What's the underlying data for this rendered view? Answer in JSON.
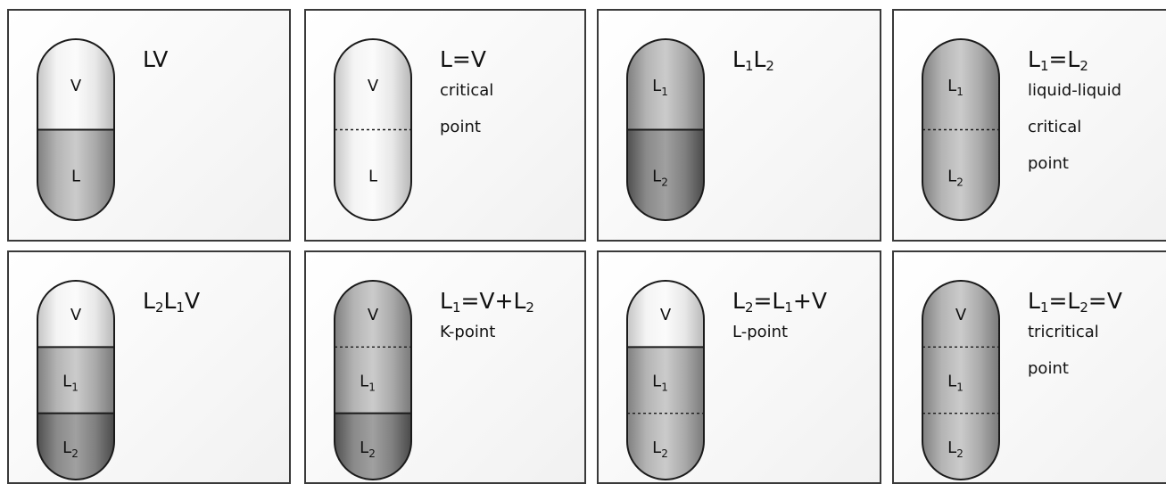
{
  "panels": [
    {
      "id": "LV",
      "title": [
        [
          "L",
          ""
        ],
        [
          "V",
          ""
        ]
      ],
      "desc": [],
      "phases": [
        [
          "V",
          ""
        ],
        [
          "L",
          ""
        ]
      ],
      "fills": [
        "light",
        "mid"
      ],
      "dividers": [
        "solid"
      ]
    },
    {
      "id": "L=V",
      "title": [
        [
          "L=V",
          ""
        ]
      ],
      "desc": [
        "critical",
        "point"
      ],
      "phases": [
        [
          "V",
          ""
        ],
        [
          "L",
          ""
        ]
      ],
      "fills": [
        "light",
        "light"
      ],
      "dividers": [
        "dashed"
      ]
    },
    {
      "id": "L1L2",
      "title": [
        [
          "L",
          "1"
        ],
        [
          "L",
          "2"
        ]
      ],
      "desc": [],
      "phases": [
        [
          "L",
          "1"
        ],
        [
          "L",
          "2"
        ]
      ],
      "fills": [
        "mid",
        "dark"
      ],
      "dividers": [
        "solid"
      ]
    },
    {
      "id": "L1=L2",
      "title": [
        [
          "L",
          "1"
        ],
        [
          "=L",
          "2"
        ]
      ],
      "desc": [
        "liquid-liquid",
        "critical",
        "point"
      ],
      "phases": [
        [
          "L",
          "1"
        ],
        [
          "L",
          "2"
        ]
      ],
      "fills": [
        "mid",
        "mid"
      ],
      "dividers": [
        "dashed"
      ]
    },
    {
      "id": "L2L1V",
      "title": [
        [
          "L",
          "2"
        ],
        [
          "L",
          "1"
        ],
        [
          "V",
          ""
        ]
      ],
      "desc": [],
      "phases": [
        [
          "V",
          ""
        ],
        [
          "L",
          "1"
        ],
        [
          "L",
          "2"
        ]
      ],
      "fills": [
        "light",
        "mid",
        "dark"
      ],
      "dividers": [
        "solid",
        "solid"
      ]
    },
    {
      "id": "L1=V+L2",
      "title": [
        [
          "L",
          "1"
        ],
        [
          "=V+L",
          "2"
        ]
      ],
      "desc": [
        "K-point"
      ],
      "phases": [
        [
          "V",
          ""
        ],
        [
          "L",
          "1"
        ],
        [
          "L",
          "2"
        ]
      ],
      "fills": [
        "mid",
        "mid",
        "dark"
      ],
      "dividers": [
        "dashed",
        "solid"
      ]
    },
    {
      "id": "L2=L1+V",
      "title": [
        [
          "L",
          "2"
        ],
        [
          "=L",
          "1"
        ],
        [
          "+V",
          ""
        ]
      ],
      "desc": [
        "L-point"
      ],
      "phases": [
        [
          "V",
          ""
        ],
        [
          "L",
          "1"
        ],
        [
          "L",
          "2"
        ]
      ],
      "fills": [
        "light",
        "mid",
        "mid"
      ],
      "dividers": [
        "solid",
        "dashed"
      ]
    },
    {
      "id": "L1=L2=V",
      "title": [
        [
          "L",
          "1"
        ],
        [
          "=L",
          "2"
        ],
        [
          "=V",
          ""
        ]
      ],
      "desc": [
        "tricritical",
        "point"
      ],
      "phases": [
        [
          "V",
          ""
        ],
        [
          "L",
          "1"
        ],
        [
          "L",
          "2"
        ]
      ],
      "fills": [
        "mid",
        "mid",
        "mid"
      ],
      "dividers": [
        "dashed",
        "dashed"
      ]
    }
  ],
  "colors": {
    "light": [
      "#c4c4c4",
      "#f4f4f4",
      "#fbfbfb",
      "#e8e8e8",
      "#b8b8b8"
    ],
    "mid": [
      "#7f7f7f",
      "#b4b4b4",
      "#cbcbcb",
      "#aaaaaa",
      "#7a7a7a"
    ],
    "dark": [
      "#4f4f4f",
      "#8a8a8a",
      "#a0a0a0",
      "#808080",
      "#4a4a4a"
    ],
    "outline": "#1a1a1a",
    "panel_border": "#3a3a3a"
  }
}
